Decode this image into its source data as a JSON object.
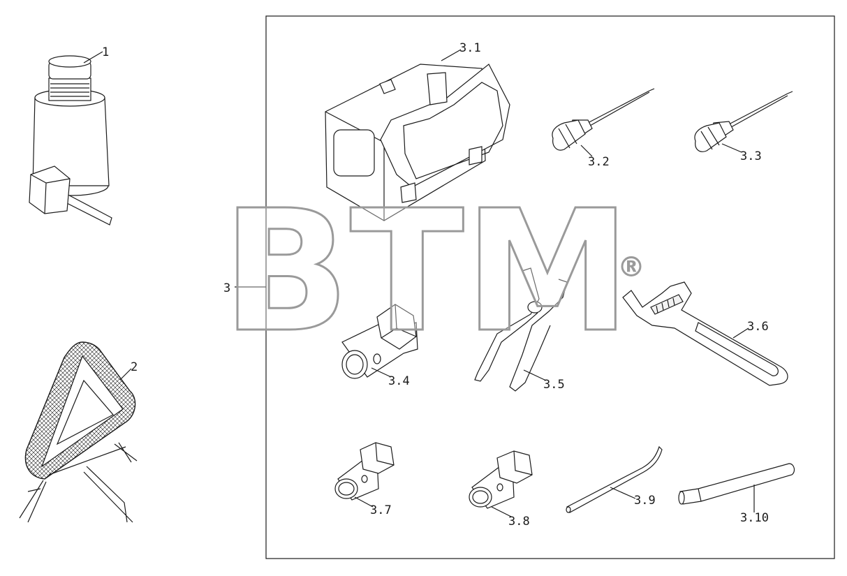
{
  "watermark": {
    "text": "BTM",
    "registered_mark": "®"
  },
  "callouts": {
    "jack": "1",
    "warning_triangle": "2",
    "tool_kit": "3",
    "tool_bag": "3.1",
    "screwdriver_a": "3.2",
    "screwdriver_b": "3.3",
    "socket_wrench_large": "3.4",
    "pliers": "3.5",
    "adjustable_wrench": "3.6",
    "socket_wrench_small_a": "3.7",
    "socket_wrench_small_b": "3.8",
    "bent_rod": "3.9",
    "tommy_bar": "3.10"
  },
  "colors": {
    "line": "#1a1a1a",
    "watermark": "#9a9a9a",
    "background": "#ffffff"
  }
}
